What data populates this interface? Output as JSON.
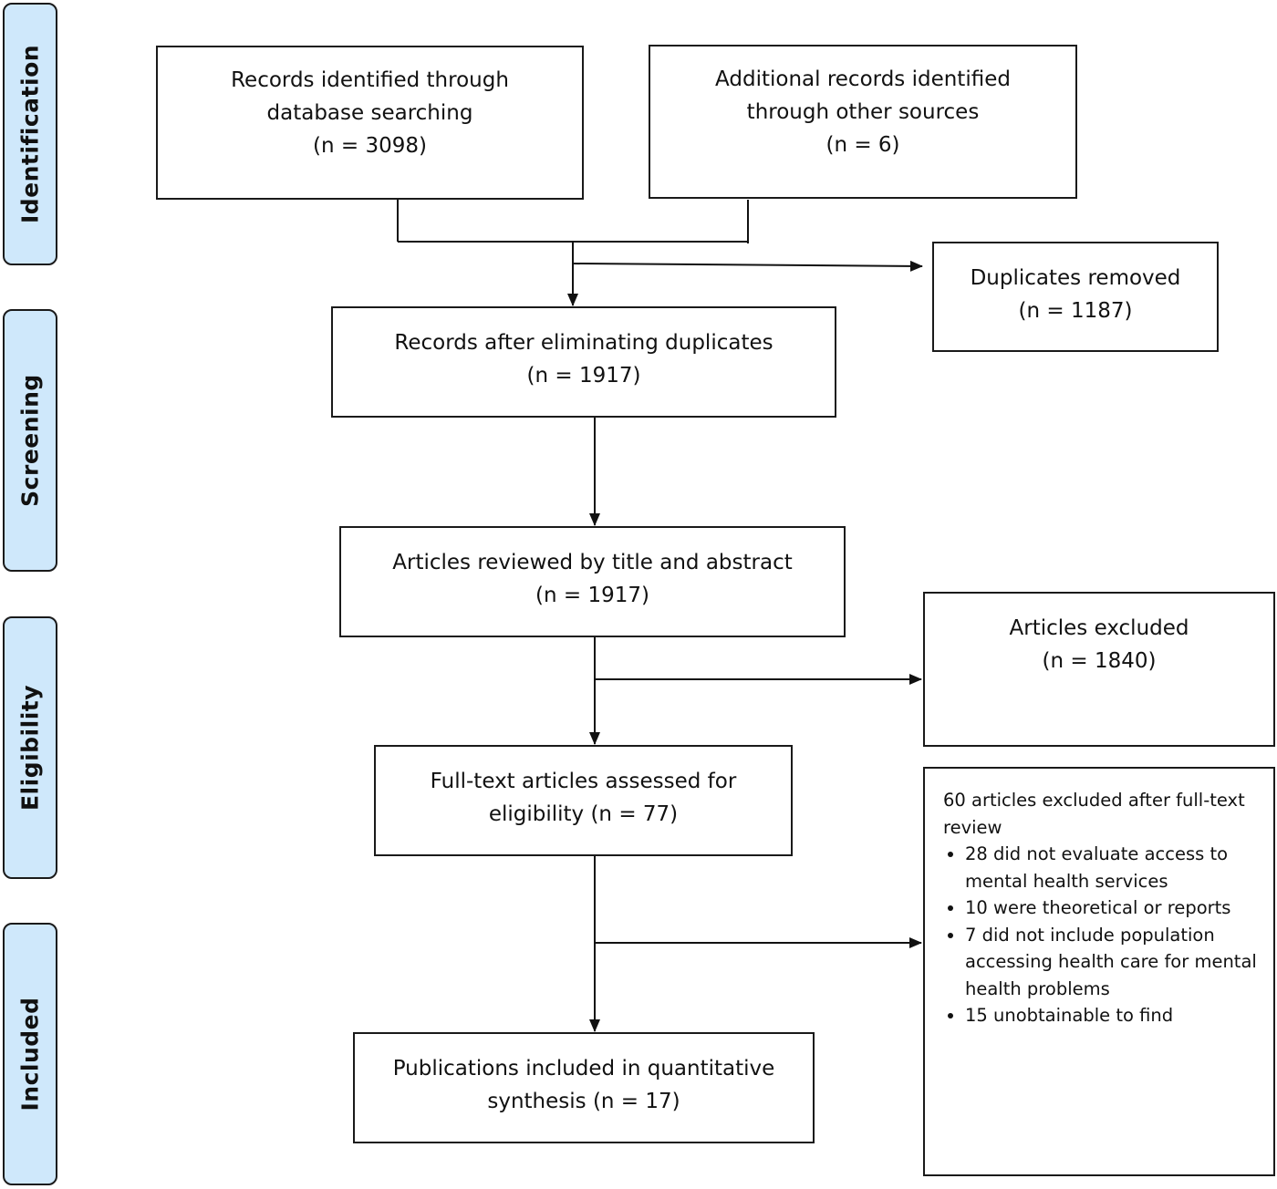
{
  "stages": [
    {
      "id": "identification",
      "label": "Identification"
    },
    {
      "id": "screening",
      "label": "Screening"
    },
    {
      "id": "eligibility",
      "label": "Eligibility"
    },
    {
      "id": "included",
      "label": "Included"
    }
  ],
  "boxes": {
    "database_search": {
      "line1": "Records identified through",
      "line2": "database searching",
      "line3": "(n = 3098)"
    },
    "other_sources": {
      "line1": "Additional records identified",
      "line2": "through other sources",
      "line3": "(n = 6)"
    },
    "duplicates_removed": {
      "line1": "Duplicates removed",
      "line2": "(n = 1187)"
    },
    "after_duplicates": {
      "line1": "Records after eliminating duplicates",
      "line2": "(n = 1917)"
    },
    "title_abstract": {
      "line1": "Articles reviewed by title and abstract",
      "line2": "(n = 1917)"
    },
    "articles_excluded": {
      "line1": "Articles excluded",
      "line2": "(n = 1840)"
    },
    "full_text": {
      "line1": "Full-text articles assessed for",
      "line2": "eligibility (n = 77)"
    },
    "included": {
      "line1": "Publications included in quantitative",
      "line2": "synthesis (n = 17)"
    }
  },
  "fulltext_exclusions": {
    "heading_line1": "60 articles excluded after full-text",
    "heading_line2": "review",
    "items": [
      {
        "line1": "28 did not evaluate access to",
        "line2": "mental health services"
      },
      {
        "line1": "10 were theoretical or reports"
      },
      {
        "line1": "7 did not include population",
        "line2": "accessing health care for mental",
        "line3": "health problems"
      },
      {
        "line1": "15 unobtainable to find"
      }
    ]
  }
}
